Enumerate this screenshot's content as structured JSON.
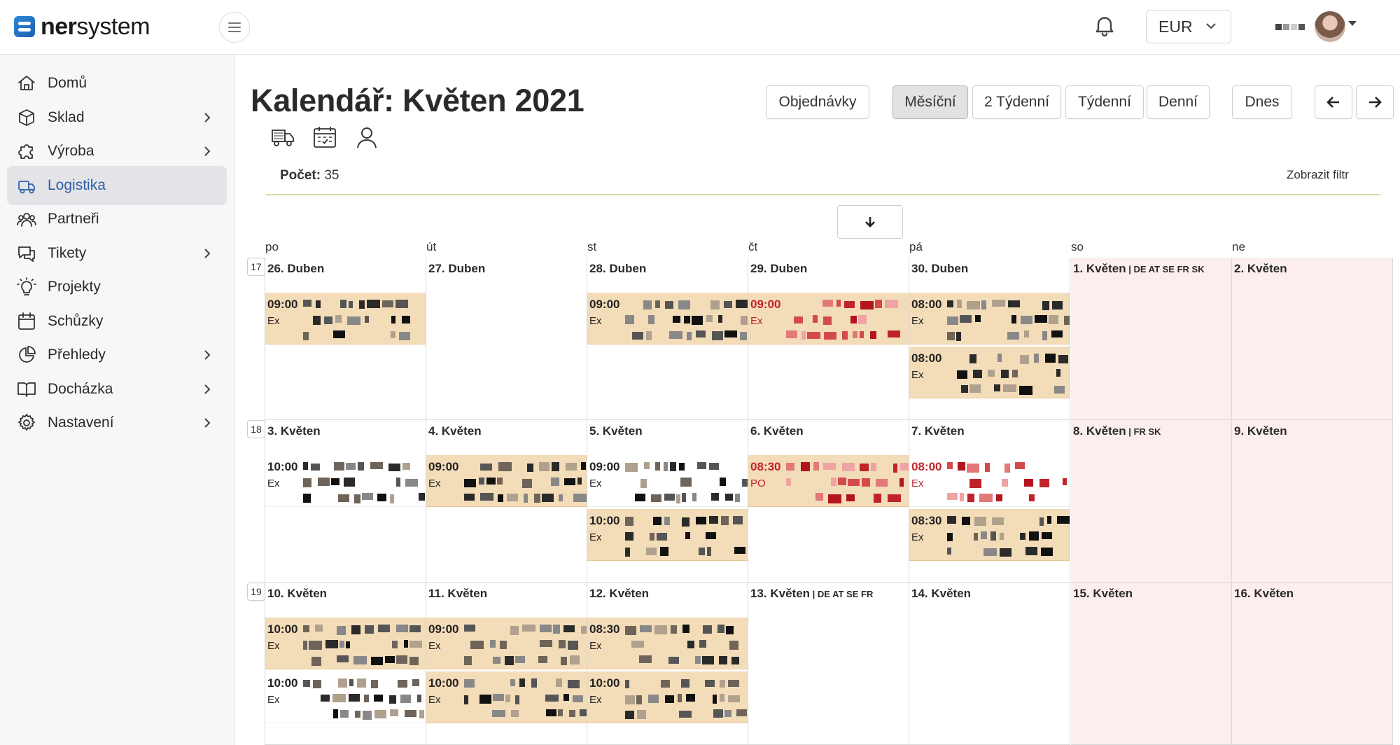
{
  "app": {
    "logo_prefix": "ner",
    "logo_suffix": "system",
    "currency": "EUR"
  },
  "sidebar": {
    "items": [
      {
        "label": "Domů",
        "icon": "home-icon",
        "chevron": false,
        "active": false
      },
      {
        "label": "Sklad",
        "icon": "box-icon",
        "chevron": true,
        "active": false
      },
      {
        "label": "Výroba",
        "icon": "puzzle-icon",
        "chevron": true,
        "active": false
      },
      {
        "label": "Logistika",
        "icon": "truck-icon",
        "chevron": false,
        "active": true
      },
      {
        "label": "Partneři",
        "icon": "users-icon",
        "chevron": false,
        "active": false
      },
      {
        "label": "Tikety",
        "icon": "chat-icon",
        "chevron": true,
        "active": false
      },
      {
        "label": "Projekty",
        "icon": "lightbulb-icon",
        "chevron": false,
        "active": false
      },
      {
        "label": "Schůzky",
        "icon": "calendar-icon",
        "chevron": false,
        "active": false
      },
      {
        "label": "Přehledy",
        "icon": "pie-chart-icon",
        "chevron": true,
        "active": false
      },
      {
        "label": "Docházka",
        "icon": "book-icon",
        "chevron": true,
        "active": false
      },
      {
        "label": "Nastavení",
        "icon": "gear-icon",
        "chevron": true,
        "active": false
      }
    ]
  },
  "header": {
    "title": "Kalendář: Květen 2021",
    "count_label": "Počet:",
    "count_value": "35",
    "filter_link": "Zobrazit filtr",
    "buttons": {
      "orders": "Objednávky",
      "monthly": "Měsíční",
      "two_weeks": "2 Týdenní",
      "weekly": "Týdenní",
      "daily": "Denní",
      "today": "Dnes"
    }
  },
  "calendar": {
    "weekdays": [
      "po",
      "út",
      "st",
      "čt",
      "pá",
      "so",
      "ne"
    ],
    "weeks": [
      {
        "number": "17",
        "days": [
          {
            "label": "26. Duben",
            "holiday": "",
            "weekend": false,
            "events": [
              {
                "time": "09:00",
                "type": "Ex",
                "style": "tan"
              }
            ]
          },
          {
            "label": "27. Duben",
            "holiday": "",
            "weekend": false,
            "events": []
          },
          {
            "label": "28. Duben",
            "holiday": "",
            "weekend": false,
            "events": [
              {
                "time": "09:00",
                "type": "Ex",
                "style": "tan"
              }
            ]
          },
          {
            "label": "29. Duben",
            "holiday": "",
            "weekend": false,
            "events": [
              {
                "time": "09:00",
                "type": "Ex",
                "style": "red"
              }
            ]
          },
          {
            "label": "30. Duben",
            "holiday": "",
            "weekend": false,
            "events": [
              {
                "time": "08:00",
                "type": "Ex",
                "style": "tan"
              },
              {
                "time": "08:00",
                "type": "Ex",
                "style": "tan"
              }
            ]
          },
          {
            "label": "1. Květen",
            "holiday": "DE AT SE FR SK",
            "weekend": true,
            "events": []
          },
          {
            "label": "2. Květen",
            "holiday": "",
            "weekend": true,
            "events": []
          }
        ]
      },
      {
        "number": "18",
        "days": [
          {
            "label": "3. Květen",
            "holiday": "",
            "weekend": false,
            "events": [
              {
                "time": "10:00",
                "type": "Ex",
                "style": "white"
              }
            ]
          },
          {
            "label": "4. Květen",
            "holiday": "",
            "weekend": false,
            "events": [
              {
                "time": "09:00",
                "type": "Ex",
                "style": "tan"
              }
            ]
          },
          {
            "label": "5. Květen",
            "holiday": "",
            "weekend": false,
            "events": [
              {
                "time": "09:00",
                "type": "Ex",
                "style": "white"
              },
              {
                "time": "10:00",
                "type": "Ex",
                "style": "tan"
              }
            ]
          },
          {
            "label": "6. Květen",
            "holiday": "",
            "weekend": false,
            "events": [
              {
                "time": "08:30",
                "type": "PO",
                "style": "red"
              }
            ]
          },
          {
            "label": "7. Květen",
            "holiday": "",
            "weekend": false,
            "events": [
              {
                "time": "08:00",
                "type": "Ex",
                "style": "red-white"
              },
              {
                "time": "08:30",
                "type": "Ex",
                "style": "tan"
              }
            ]
          },
          {
            "label": "8. Květen",
            "holiday": "FR SK",
            "weekend": true,
            "events": []
          },
          {
            "label": "9. Květen",
            "holiday": "",
            "weekend": true,
            "events": []
          }
        ]
      },
      {
        "number": "19",
        "days": [
          {
            "label": "10. Květen",
            "holiday": "",
            "weekend": false,
            "events": [
              {
                "time": "10:00",
                "type": "Ex",
                "style": "tan"
              },
              {
                "time": "10:00",
                "type": "Ex",
                "style": "white"
              }
            ]
          },
          {
            "label": "11. Květen",
            "holiday": "",
            "weekend": false,
            "events": [
              {
                "time": "09:00",
                "type": "Ex",
                "style": "tan"
              },
              {
                "time": "10:00",
                "type": "Ex",
                "style": "tan"
              }
            ]
          },
          {
            "label": "12. Květen",
            "holiday": "",
            "weekend": false,
            "events": [
              {
                "time": "08:30",
                "type": "Ex",
                "style": "tan"
              },
              {
                "time": "10:00",
                "type": "Ex",
                "style": "tan"
              }
            ]
          },
          {
            "label": "13. Květen",
            "holiday": "DE AT SE FR",
            "weekend": false,
            "events": []
          },
          {
            "label": "14. Květen",
            "holiday": "",
            "weekend": false,
            "events": []
          },
          {
            "label": "15. Květen",
            "holiday": "",
            "weekend": true,
            "events": []
          },
          {
            "label": "16. Květen",
            "holiday": "",
            "weekend": true,
            "events": []
          }
        ]
      }
    ]
  }
}
